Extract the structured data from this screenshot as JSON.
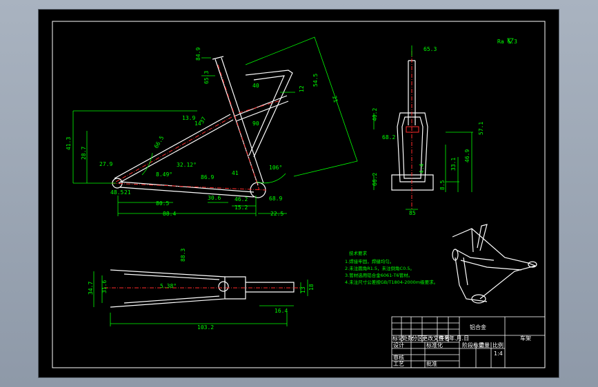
{
  "roughness_mark": "Ra 6.3",
  "side_view": {
    "dims": [
      "84.9",
      "65.3",
      "40",
      "12",
      "54.5",
      "37",
      "90",
      "21",
      "14",
      "13.9",
      "66.5",
      "41.3",
      "28.7",
      "27.9",
      "48.5",
      "21",
      "32.12°",
      "8.49°",
      "86.9",
      "41",
      "80.5",
      "30.6",
      "15.2",
      "46.2",
      "22.5",
      "88.4",
      "68.9",
      "106°"
    ]
  },
  "front_view": {
    "dims": [
      "65.3",
      "40.2",
      "68.2",
      "4.4",
      "33.1",
      "46.9",
      "57.1",
      "8.5",
      "66.2",
      "85"
    ]
  },
  "top_view": {
    "dims": [
      "88.3",
      "34.7",
      "31.6",
      "5.38°",
      "13",
      "18",
      "16.4",
      "103.2"
    ]
  },
  "notes": {
    "title": "技术要求",
    "items": [
      "1.焊接牢固，焊缝均匀。",
      "2.未注圆角R1.5，未注倒角C0.5。",
      "3.管材选用铝合金6061-T6管材。",
      "4.未注尺寸公差按GB/T1804-2000m级要求。"
    ]
  },
  "title_block": {
    "material": "铝合金",
    "part_name": "车架",
    "row_labels": [
      "标记",
      "处数",
      "分区",
      "更改文件号",
      "签名",
      "年.月.日"
    ],
    "stage": "阶段标记",
    "weight": "重量",
    "scale": "比例",
    "scale_value": "1:4",
    "design": "设计",
    "review": "审核",
    "process": "工艺",
    "approve": "批准",
    "standard": "标准化"
  }
}
